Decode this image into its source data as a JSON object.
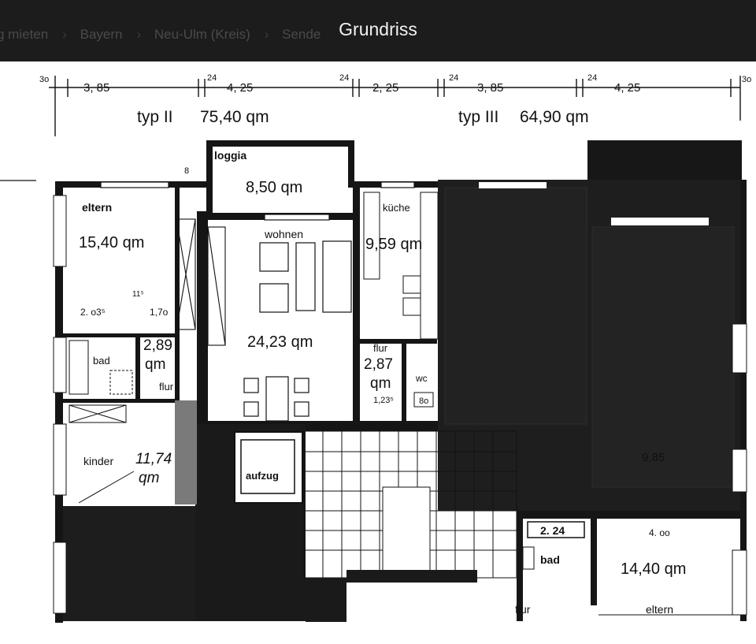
{
  "header": {
    "title": "Grundriss",
    "breadcrumbs": [
      "g mieten",
      "Bayern",
      "Neu-Ulm (Kreis)",
      "Sende"
    ]
  },
  "plan": {
    "dimensions": {
      "start": "3o",
      "d1": "3, 85",
      "w1": "24",
      "d2": "4, 25",
      "w2": "24",
      "d3": "2, 25",
      "w3": "24",
      "d4": "3, 85",
      "w4": "24",
      "d5": "4, 25",
      "end": "3o"
    },
    "types": [
      {
        "label": "typ II",
        "area": "75,40 qm"
      },
      {
        "label": "typ III",
        "area": "64,90 qm"
      }
    ],
    "rooms": {
      "loggia": {
        "label": "loggia",
        "area": "8,50 qm"
      },
      "eltern": {
        "label": "eltern",
        "area": "15,40 qm",
        "note1": "2. o3⁵",
        "note2": "11⁵",
        "note3": "1,7o"
      },
      "wohnen": {
        "label": "wohnen",
        "area": "24,23 qm"
      },
      "kueche": {
        "label": "küche",
        "area": "9,59 qm"
      },
      "bad": {
        "label": "bad",
        "area_a": "2,89",
        "area_b": "qm"
      },
      "flur_left": {
        "label": "flur"
      },
      "flur_mid": {
        "label": "flur",
        "area_a": "2,87",
        "area_b": "qm",
        "note": "1,23⁵"
      },
      "wc": {
        "label": "wc",
        "note": "8o"
      },
      "kinder": {
        "label": "kinder",
        "area_a": "11,74",
        "area_b": "qm"
      },
      "aufzug": {
        "label": "aufzug"
      },
      "bad_right": {
        "label": "bad",
        "dim": "2. 24"
      },
      "eltern_right": {
        "label": "eltern",
        "area": "14,40 qm",
        "dim": "4. oo"
      },
      "flur_right": {
        "label": "flur"
      },
      "misc_dark": {
        "label": "9,85"
      }
    },
    "misc": {
      "small_dim": "8"
    }
  }
}
